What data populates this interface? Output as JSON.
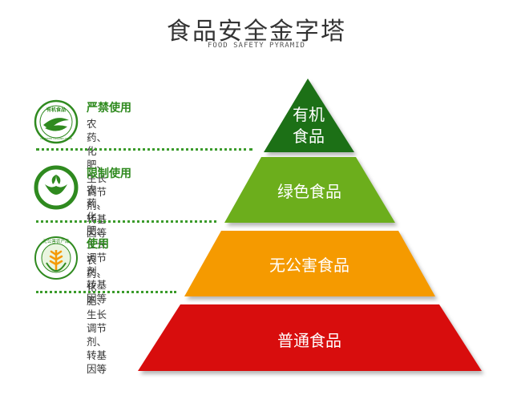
{
  "header": {
    "title": "食品安全金字塔",
    "subtitle": "FOOD SAFETY PYRAMID"
  },
  "items": [
    {
      "title": "严禁使用",
      "desc": "农药、化肥、生长调节剂、转基因等",
      "badge_icon": "organic-food-seal-icon",
      "badge_text": "有机食品",
      "badge_subtext": "CERTIFIED ORGANIC FOOD"
    },
    {
      "title": "限制使用",
      "desc": "农药、化肥、生长调节剂、\n转基因等",
      "badge_icon": "green-food-logo-icon"
    },
    {
      "title": "使用",
      "desc": "农药、化肥、生长\n调节剂、转基因等",
      "badge_icon": "pollution-free-food-seal-icon",
      "badge_text": "无公害农产品"
    }
  ],
  "pyramid": {
    "tiers": [
      {
        "label": "有机\n食品",
        "label_line1": "有机",
        "label_line2": "食品",
        "color": "#1e6f16"
      },
      {
        "label": "绿色食品",
        "color": "#6cae1e"
      },
      {
        "label": "无公害食品",
        "color": "#f59a06"
      },
      {
        "label": "普通食品",
        "color": "#d80e0e"
      }
    ]
  },
  "colors": {
    "accent_green": "#2f8a1f",
    "dots": "#3a9b2a"
  }
}
